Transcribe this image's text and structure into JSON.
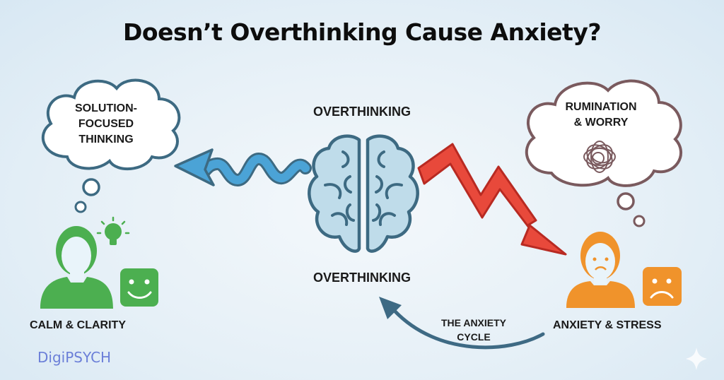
{
  "title": "Doesn’t Overthinking Cause Anxiety?",
  "center": {
    "top_label": "OVERTHINKING",
    "bottom_label": "OVERTHINKING",
    "icon": "brain-icon"
  },
  "left": {
    "cloud_text": "SOLUTION-\nFOCUSED\nTHINKING",
    "caption": "CALM & CLARITY",
    "icons": [
      "person-icon",
      "lightbulb-icon",
      "smiley-icon",
      "wavy-arrow-left-icon"
    ],
    "color": "#4caf50"
  },
  "right": {
    "cloud_text": "RUMINATION\n& WORRY",
    "caption": "ANXIETY & STRESS",
    "icons": [
      "tangled-thoughts-icon",
      "worried-person-icon",
      "frown-icon",
      "zigzag-arrow-down-icon"
    ],
    "color": "#f0932b"
  },
  "cycle": {
    "label": "THE ANXIETY\nCYCLE"
  },
  "brand": "DigiPSYCH",
  "colors": {
    "blue_arrow": "#4ba3d6",
    "red_arrow": "#e8493b",
    "brain_fill": "#bfdcea",
    "brain_stroke": "#3d6a82",
    "cycle_arrow": "#3e6a84",
    "brand": "#6b7fd8"
  }
}
